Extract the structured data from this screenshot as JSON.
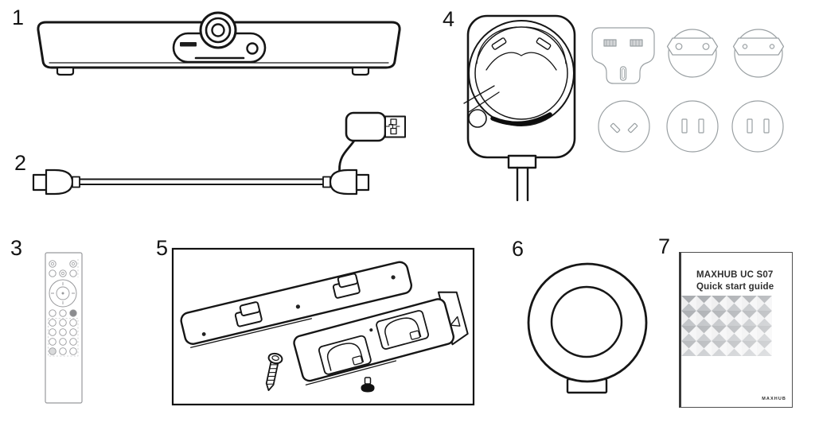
{
  "page": {
    "background": "#ffffff"
  },
  "items": [
    {
      "number": "1",
      "name": "video-conference-bar"
    },
    {
      "number": "2",
      "name": "usb-c-cable-with-usb-a-adapter"
    },
    {
      "number": "3",
      "name": "remote-control"
    },
    {
      "number": "4",
      "name": "power-adapter-with-international-plugs"
    },
    {
      "number": "5",
      "name": "wall-mount-bracket-kit"
    },
    {
      "number": "6",
      "name": "mounting-ring"
    },
    {
      "number": "7",
      "name": "quick-start-guide"
    }
  ],
  "booklet": {
    "title_line1": "MAXHUB UC S07",
    "title_line2": "Quick start guide",
    "brand": "MAXHUB"
  },
  "colors": {
    "line": "#161616",
    "light_line": "#9aa0a3",
    "pattern_dark": "#a6a9ad",
    "pattern_mid": "#b9bcc0"
  }
}
